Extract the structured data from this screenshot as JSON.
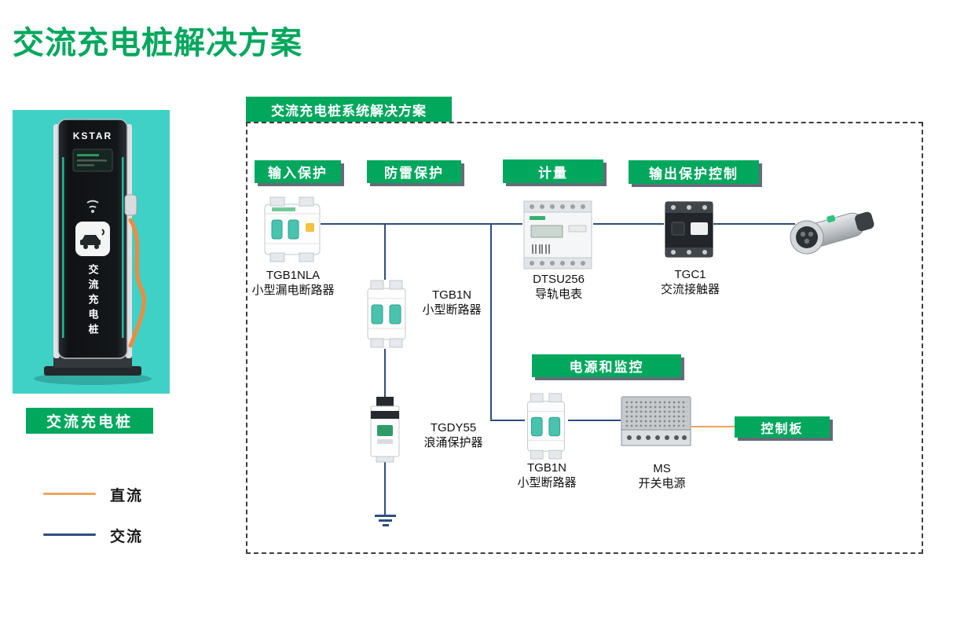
{
  "page": {
    "title": "交流充电桩解决方案"
  },
  "product": {
    "brand": "KSTAR",
    "pile_text": "交流充电桩",
    "label": "交流充电桩"
  },
  "legend": {
    "dc": "直流",
    "ac": "交流"
  },
  "badges": {
    "header": "交流充电桩系统解决方案",
    "input_protection": "输入保护",
    "lightning_protection": "防雷保护",
    "metering": "计量",
    "output_protection": "输出保护控制",
    "power_monitoring": "电源和监控",
    "control_board": "控制板"
  },
  "components": {
    "breaker_main": {
      "model": "TGB1NLA",
      "desc": "小型漏电断路器"
    },
    "breaker_spd": {
      "model": "TGB1N",
      "desc": "小型断路器"
    },
    "meter": {
      "model": "DTSU256",
      "desc": "导轨电表"
    },
    "contactor": {
      "model": "TGC1",
      "desc": "交流接触器"
    },
    "surge": {
      "model": "TGDY55",
      "desc": "浪涌保护器"
    },
    "breaker_ps": {
      "model": "TGB1N",
      "desc": "小型断路器"
    },
    "power_supply": {
      "model": "MS",
      "desc": "开关电源"
    }
  },
  "colors": {
    "green": "#00a75d",
    "teal": "#3fd1c6",
    "ac": "#2e4d80",
    "dc": "#f0a35e"
  }
}
